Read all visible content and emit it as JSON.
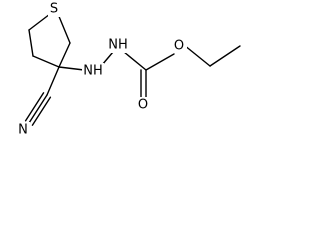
{
  "molecule": {
    "atoms": {
      "sulfur": "S",
      "hydrazine_n1": "NH",
      "hydrazine_n2": "NH",
      "nitrile_n": "N",
      "carbonyl_o": "O",
      "ester_o": "O"
    }
  }
}
